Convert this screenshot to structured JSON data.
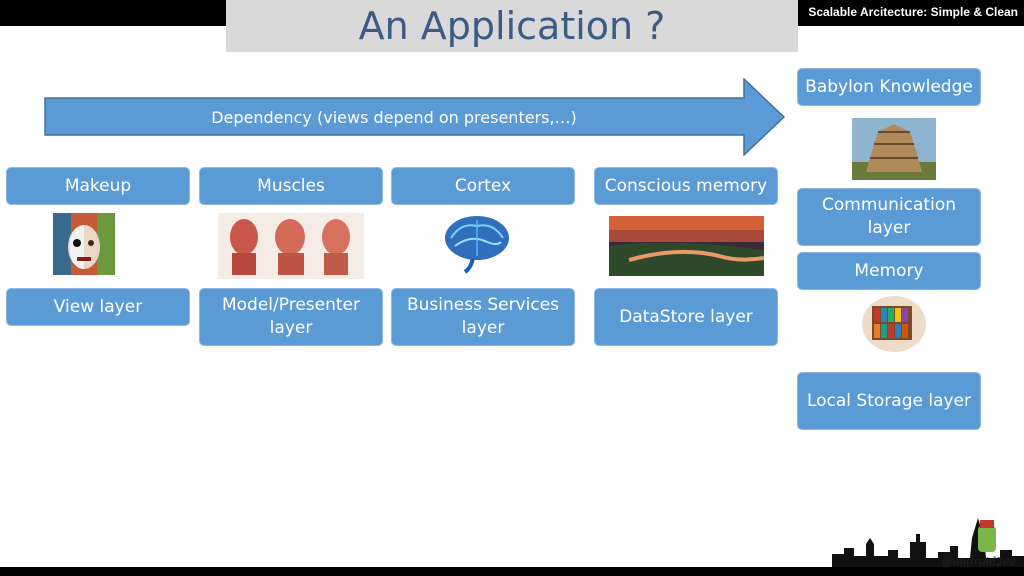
{
  "slide": {
    "title": "An Application ?",
    "header_tag": "Scalable Arcitecture: Simple & Clean",
    "handle": "@android2ee"
  },
  "arrow": {
    "label": "Dependency  (views depend on presenters,…)"
  },
  "columns": [
    {
      "top": "Makeup",
      "bottom": "View layer"
    },
    {
      "top": "Muscles",
      "bottom": "Model/Presenter layer"
    },
    {
      "top": "Cortex",
      "bottom": "Business Services layer"
    },
    {
      "top": "Conscious memory",
      "bottom": "DataStore layer"
    }
  ],
  "right_column": {
    "babylon": "Babylon Knowledge",
    "communication": "Communication layer",
    "memory": "Memory",
    "local_storage": "Local Storage layer"
  },
  "colors": {
    "box": "#5b9bd5",
    "title": "#3b5b84"
  }
}
